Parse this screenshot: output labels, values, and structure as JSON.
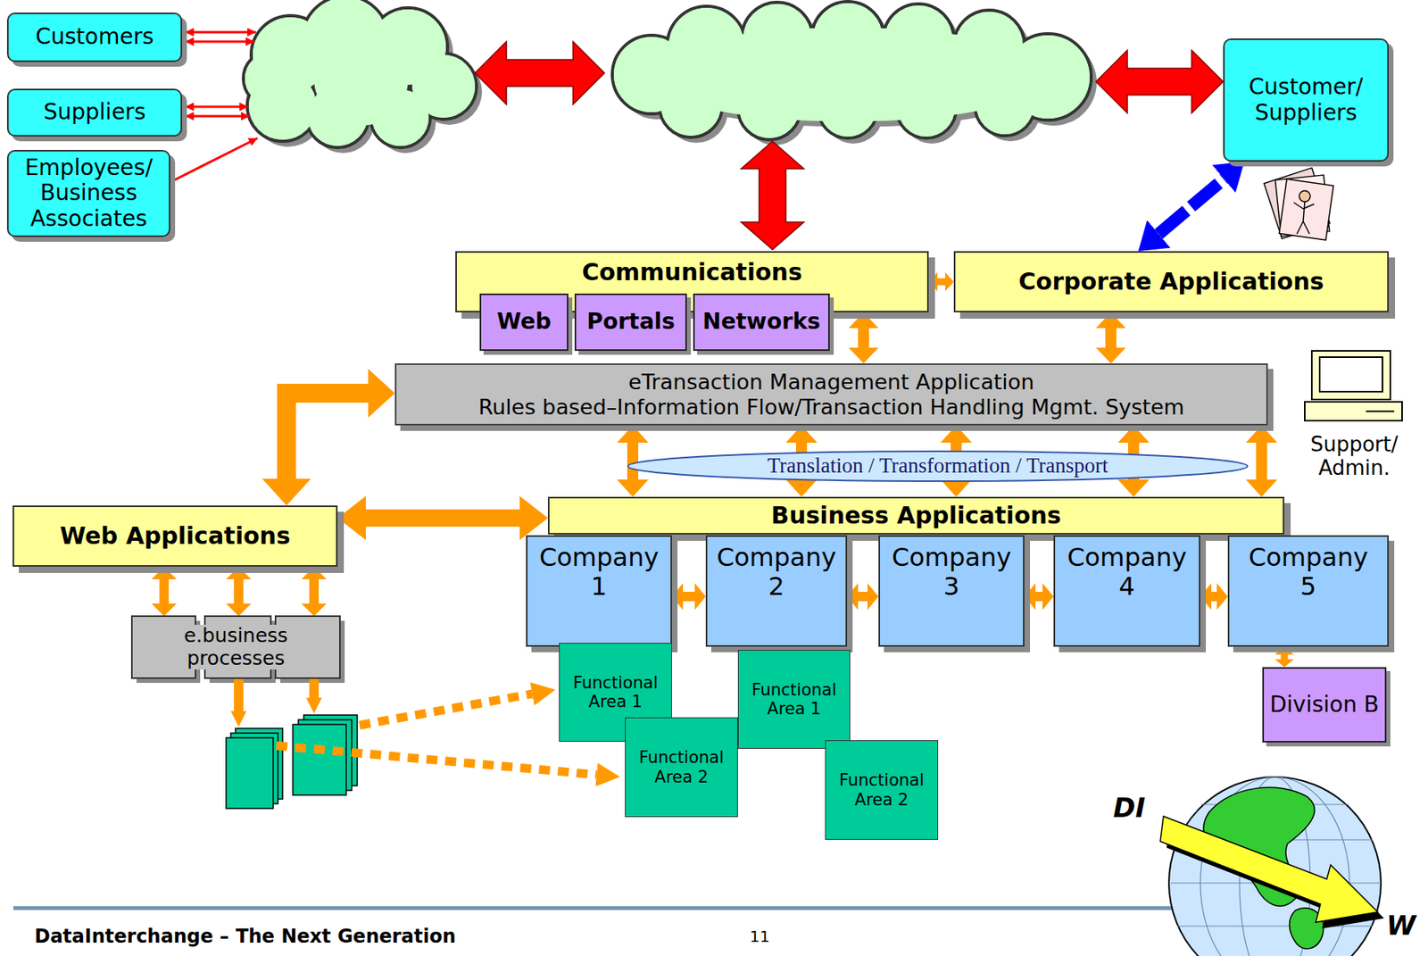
{
  "diagram": {
    "nodes": [
      {
        "text": [
          "Customers"
        ]
      },
      {
        "text": [
          "Suppliers"
        ]
      },
      {
        "text": [
          "Employees/ Business Associates"
        ]
      },
      {
        "text": [
          "Customer/ Suppliers"
        ]
      },
      {
        "text": [
          "Communications"
        ]
      },
      {
        "text": [
          "Web"
        ],
        "in": 4
      },
      {
        "text": [
          "Portals"
        ],
        "in": 4
      },
      {
        "text": [
          "Networks"
        ],
        "in": 4
      },
      {
        "text": [
          "Corporate Applications"
        ]
      },
      {
        "text": [
          "eTransaction Management Application",
          "Rules based–Information Flow/Transaction Handling Mgmt. System"
        ]
      },
      {
        "text": [
          "Translation / Transformation / Transport"
        ]
      },
      {
        "text": [
          "Web Applications"
        ]
      },
      {
        "text": [
          "Business Applications"
        ]
      },
      {
        "text": [
          "Company 1"
        ]
      },
      {
        "text": [
          "Company 2"
        ]
      },
      {
        "text": [
          "Company 3"
        ]
      },
      {
        "text": [
          "Company 4"
        ]
      },
      {
        "text": [
          "Company 5"
        ]
      },
      {
        "text": [
          "e.business processes"
        ]
      },
      {
        "text": [
          "Functional Area 1"
        ]
      },
      {
        "text": [
          "Functional Area 2"
        ]
      },
      {
        "text": [
          "Functional Area 1"
        ]
      },
      {
        "text": [
          "Functional Area 2"
        ]
      },
      {
        "text": [
          "Division B"
        ]
      }
    ],
    "edges": [
      {
        "from": 4,
        "to": 8,
        "arrow": "both"
      },
      {
        "from": 8,
        "to": 3,
        "arrow": "both"
      },
      {
        "from": 4,
        "to": 9,
        "arrow": "both"
      },
      {
        "from": 8,
        "to": 9,
        "arrow": "both"
      },
      {
        "from": 9,
        "to": 11,
        "arrow": "both"
      },
      {
        "from": 11,
        "to": 12,
        "arrow": "both"
      },
      {
        "from": 9,
        "to": 12,
        "arrow": "both"
      },
      {
        "from": 9,
        "to": 12,
        "arrow": "both"
      },
      {
        "from": 9,
        "to": 12,
        "arrow": "both"
      },
      {
        "from": 9,
        "to": 12,
        "arrow": "both"
      },
      {
        "from": 9,
        "to": 12,
        "arrow": "both"
      },
      {
        "from": 13,
        "to": 14,
        "arrow": "both"
      },
      {
        "from": 14,
        "to": 15,
        "arrow": "both"
      },
      {
        "from": 15,
        "to": 16,
        "arrow": "both"
      },
      {
        "from": 16,
        "to": 17,
        "arrow": "both"
      },
      {
        "from": 17,
        "to": 23,
        "arrow": "both"
      },
      {
        "from": 11,
        "to": 18,
        "arrow": "both"
      },
      {
        "from": 11,
        "to": 18,
        "arrow": "both"
      },
      {
        "from": 11,
        "to": 18,
        "arrow": "both"
      }
    ],
    "labels": [
      "Support/ Admin.",
      "DI",
      "W",
      "DataInterchange – The Next Generation",
      "11"
    ]
  }
}
